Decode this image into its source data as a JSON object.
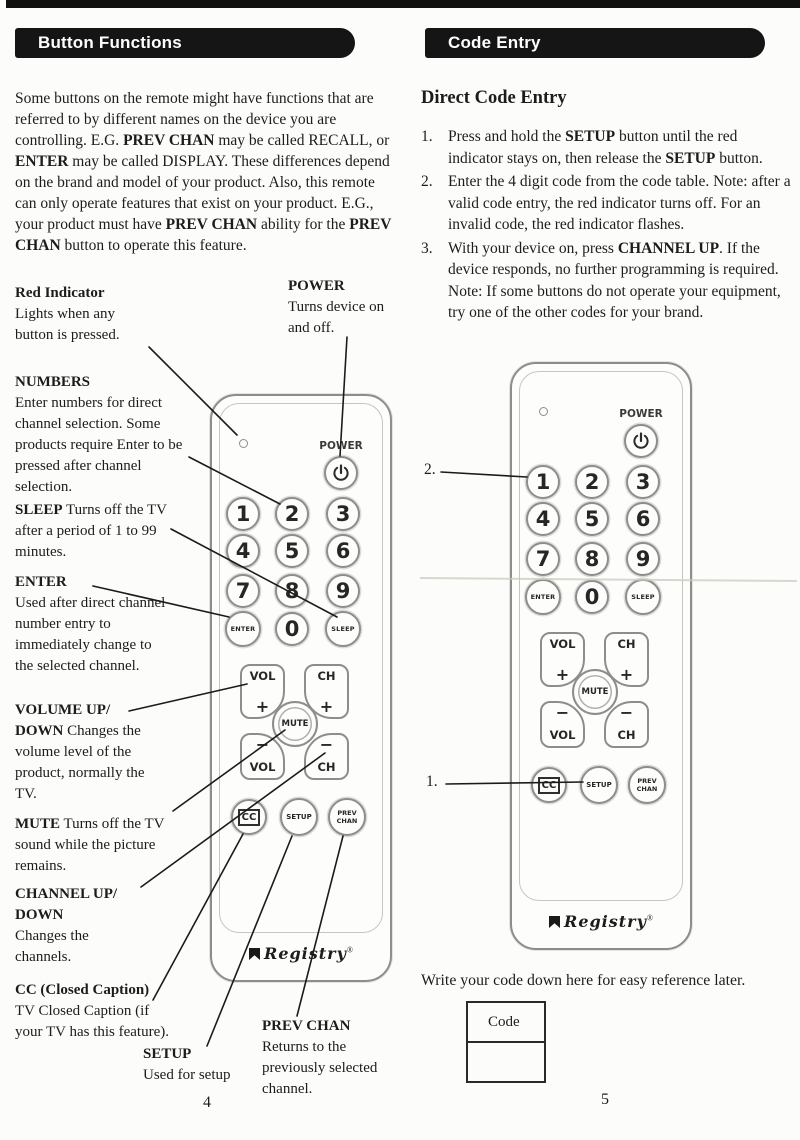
{
  "page": {
    "left_number": "4",
    "right_number": "5"
  },
  "left": {
    "banner": "Button Functions",
    "intro": [
      {
        "t": "Some buttons on the remote might have functions that are referred to by different names on the device you are controlling. E.G. "
      },
      {
        "t": "PREV CHAN",
        "b": true
      },
      {
        "t": " may be called RECALL, or "
      },
      {
        "t": "ENTER",
        "b": true
      },
      {
        "t": " may be called DISPLAY. These differences depend on the brand and model of your product. Also, this remote can only operate features that exist on your product. E.G., your product must have "
      },
      {
        "t": "PREV CHAN",
        "b": true
      },
      {
        "t": " ability for the "
      },
      {
        "t": "PREV CHAN",
        "b": true
      },
      {
        "t": " button to operate this feature."
      }
    ],
    "callouts": [
      {
        "term": "Red Indicator",
        "desc": "Lights when any button is pressed."
      },
      {
        "term": "NUMBERS",
        "desc": "Enter numbers for direct channel selection. Some products require Enter to be pressed after channel selection."
      },
      {
        "term": "SLEEP",
        "desc": " Turns off the TV after a period of 1 to 99 minutes."
      },
      {
        "term": "ENTER",
        "desc": "Used after direct channel number entry to immediately change to the selected channel."
      },
      {
        "term": "VOLUME UP/\nDOWN",
        "desc": " Changes the volume level of the product, normally the TV."
      },
      {
        "term": "MUTE",
        "desc": " Turns off the TV sound while the picture remains."
      },
      {
        "term": "CHANNEL UP/\nDOWN",
        "desc": "Changes the channels."
      },
      {
        "term": "CC (Closed Caption)",
        "desc": "TV Closed Caption (if your TV has this feature)."
      }
    ],
    "power_callout": {
      "term": "POWER",
      "desc": "Turns device on and off."
    },
    "setup_callout": {
      "term": "SETUP",
      "desc": "Used for setup"
    },
    "prevchan_callout": {
      "term": "PREV CHAN",
      "desc": "Returns to the previously selected channel."
    }
  },
  "right": {
    "banner": "Code Entry",
    "heading": "Direct Code Entry",
    "steps": [
      {
        "num": "1.",
        "segs": [
          {
            "t": "Press and hold the "
          },
          {
            "t": "SETUP",
            "b": true
          },
          {
            "t": " button until the red indicator stays on, then release the "
          },
          {
            "t": "SETUP",
            "b": true
          },
          {
            "t": " button."
          }
        ]
      },
      {
        "num": "2.",
        "segs": [
          {
            "t": "Enter the 4 digit code from the code table. Note: after a valid code entry, the red indicator turns off. For an invalid code, the red indicator flashes."
          }
        ]
      },
      {
        "num": "3.",
        "segs": [
          {
            "t": "With your device on, press "
          },
          {
            "t": "CHANNEL UP",
            "b": true
          },
          {
            "t": ". If the device responds, no further programming is required. Note: If some buttons do not operate your equipment, try one of the other codes for your brand."
          }
        ]
      }
    ],
    "pointer_1": "1.",
    "pointer_2": "2.",
    "write_code": "Write your code down here for easy reference later.",
    "code_label": "Code"
  },
  "remote": {
    "power": "POWER",
    "digits": [
      "1",
      "2",
      "3",
      "4",
      "5",
      "6",
      "7",
      "8",
      "9"
    ],
    "zero": "0",
    "enter": "ENTER",
    "sleep": "SLEEP",
    "vol": "VOL",
    "ch": "CH",
    "plus": "+",
    "minus": "−",
    "mute": "MUTE",
    "cc": "CC",
    "setup": "SETUP",
    "prev_line1": "PREV",
    "prev_line2": "CHAN",
    "brand": "Registry",
    "brand_reg": "®"
  }
}
